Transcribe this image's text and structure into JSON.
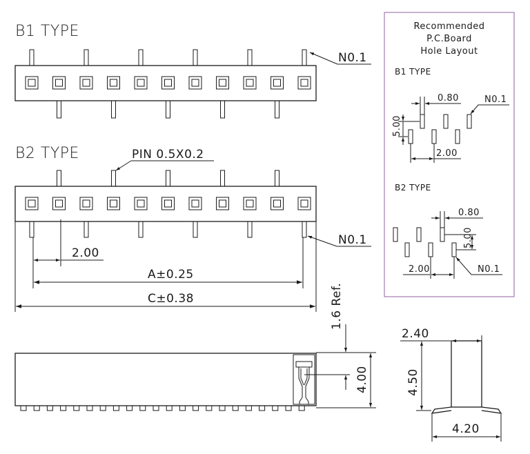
{
  "labels": {
    "b1_type": "B1 TYPE",
    "b2_type": "B2 TYPE",
    "no1": "N0.1",
    "pin_size": "PIN 0.5X0.2",
    "dim_2_00": "2.00",
    "dim_a": "A±0.25",
    "dim_c": "C±0.38",
    "dim_1_6_ref": "1.6 Ref.",
    "dim_4_00": "4.00",
    "dim_2_40": "2.40",
    "dim_4_50": "4.50",
    "dim_4_20": "4.20"
  },
  "panel": {
    "title_line1": "Recommended",
    "title_line2": "P.C.Board",
    "title_line3": "Hole Layout",
    "b1_type": "B1 TYPE",
    "b2_type": "B2 TYPE",
    "dim_0_80": "0.80",
    "dim_5_00": "5.00",
    "dim_2_00": "2.00",
    "no1": "N0.1"
  }
}
